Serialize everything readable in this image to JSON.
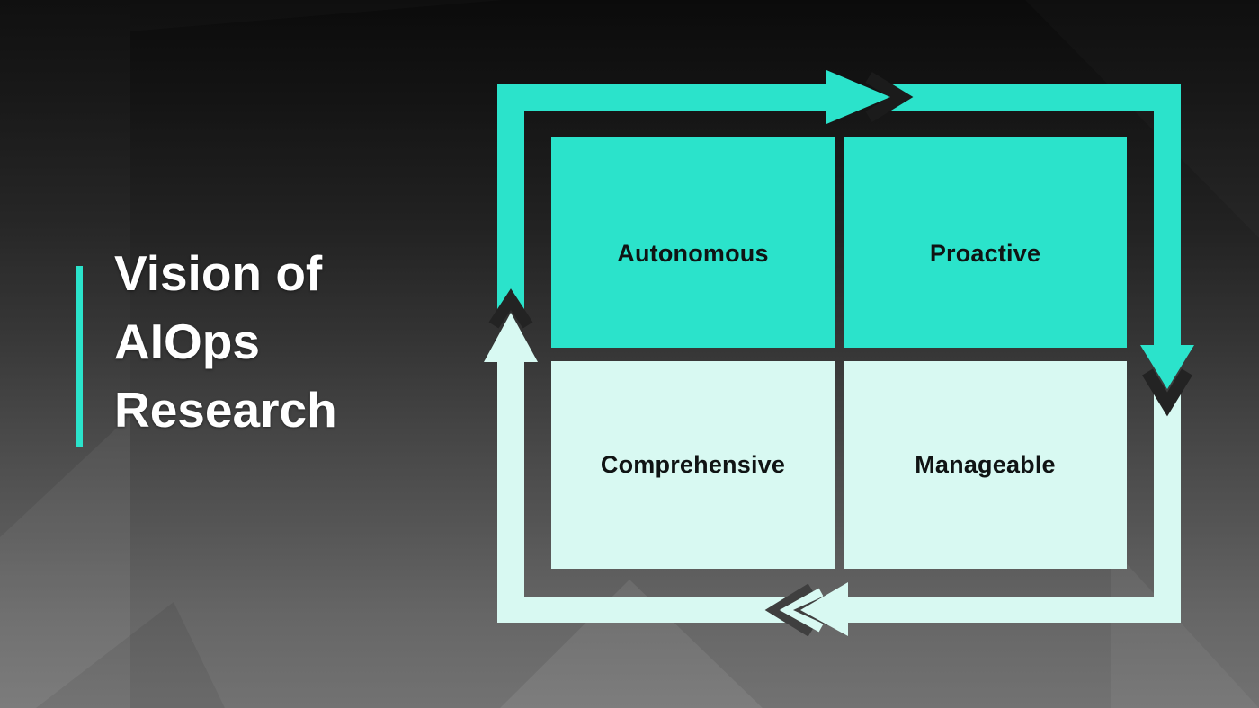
{
  "slide": {
    "title": {
      "text": "Vision of AIOps Research",
      "lines": [
        "Vision of",
        "AIOps",
        "Research"
      ]
    },
    "matrix": {
      "cells": [
        {
          "label": "Autonomous",
          "variant": "solid-teal"
        },
        {
          "label": "Proactive",
          "variant": "solid-teal"
        },
        {
          "label": "Comprehensive",
          "variant": "pale-mint"
        },
        {
          "label": "Manageable",
          "variant": "pale-mint"
        }
      ]
    },
    "cycle": {
      "description": "Four bent block arrows forming a clockwise loop around the 2x2 matrix",
      "arrows": [
        {
          "id": "left-to-top",
          "color_name": "teal",
          "points_direction": "right"
        },
        {
          "id": "top-to-right",
          "color_name": "teal",
          "points_direction": "down"
        },
        {
          "id": "right-to-bottom",
          "color_name": "mint",
          "points_direction": "left"
        },
        {
          "id": "bottom-to-left",
          "color_name": "mint",
          "points_direction": "up"
        }
      ]
    },
    "colors": {
      "teal": "#2BE3CB",
      "mint": "#D8F9F2",
      "title_text": "#FFFFFF",
      "label_text": "#101414",
      "accent_bar": "#2BE3CB",
      "gap_dark": "#1B1B1B",
      "gap_mid": "#232323",
      "gap_soft": "#3F3F3F"
    }
  }
}
